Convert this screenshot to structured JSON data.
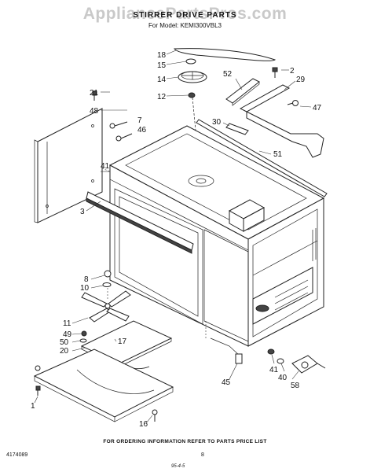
{
  "header": {
    "watermark": "AppliancePartsPros.com",
    "title": "STIRRER DRIVE PARTS",
    "model": "For Model: KEMI300VBL3"
  },
  "footer": {
    "ordering_note": "FOR ORDERING INFORMATION REFER TO PARTS PRICE LIST",
    "document_number": "4174089",
    "page_number": "8",
    "handwritten_mark": "95-4-5"
  },
  "callouts": {
    "c1": "1",
    "c2": "2",
    "c3": "3",
    "c7": "7",
    "c8": "8",
    "c10": "10",
    "c11": "11",
    "c12": "12",
    "c14": "14",
    "c15": "15",
    "c16": "16",
    "c17": "17",
    "c18": "18",
    "c20": "20",
    "c21": "21",
    "c29": "29",
    "c30": "30",
    "c40": "40",
    "c41a": "41",
    "c41b": "41",
    "c45": "45",
    "c46": "46",
    "c47": "47",
    "c48": "48",
    "c49": "49",
    "c50": "50",
    "c51": "51",
    "c52": "52",
    "c58": "58"
  }
}
